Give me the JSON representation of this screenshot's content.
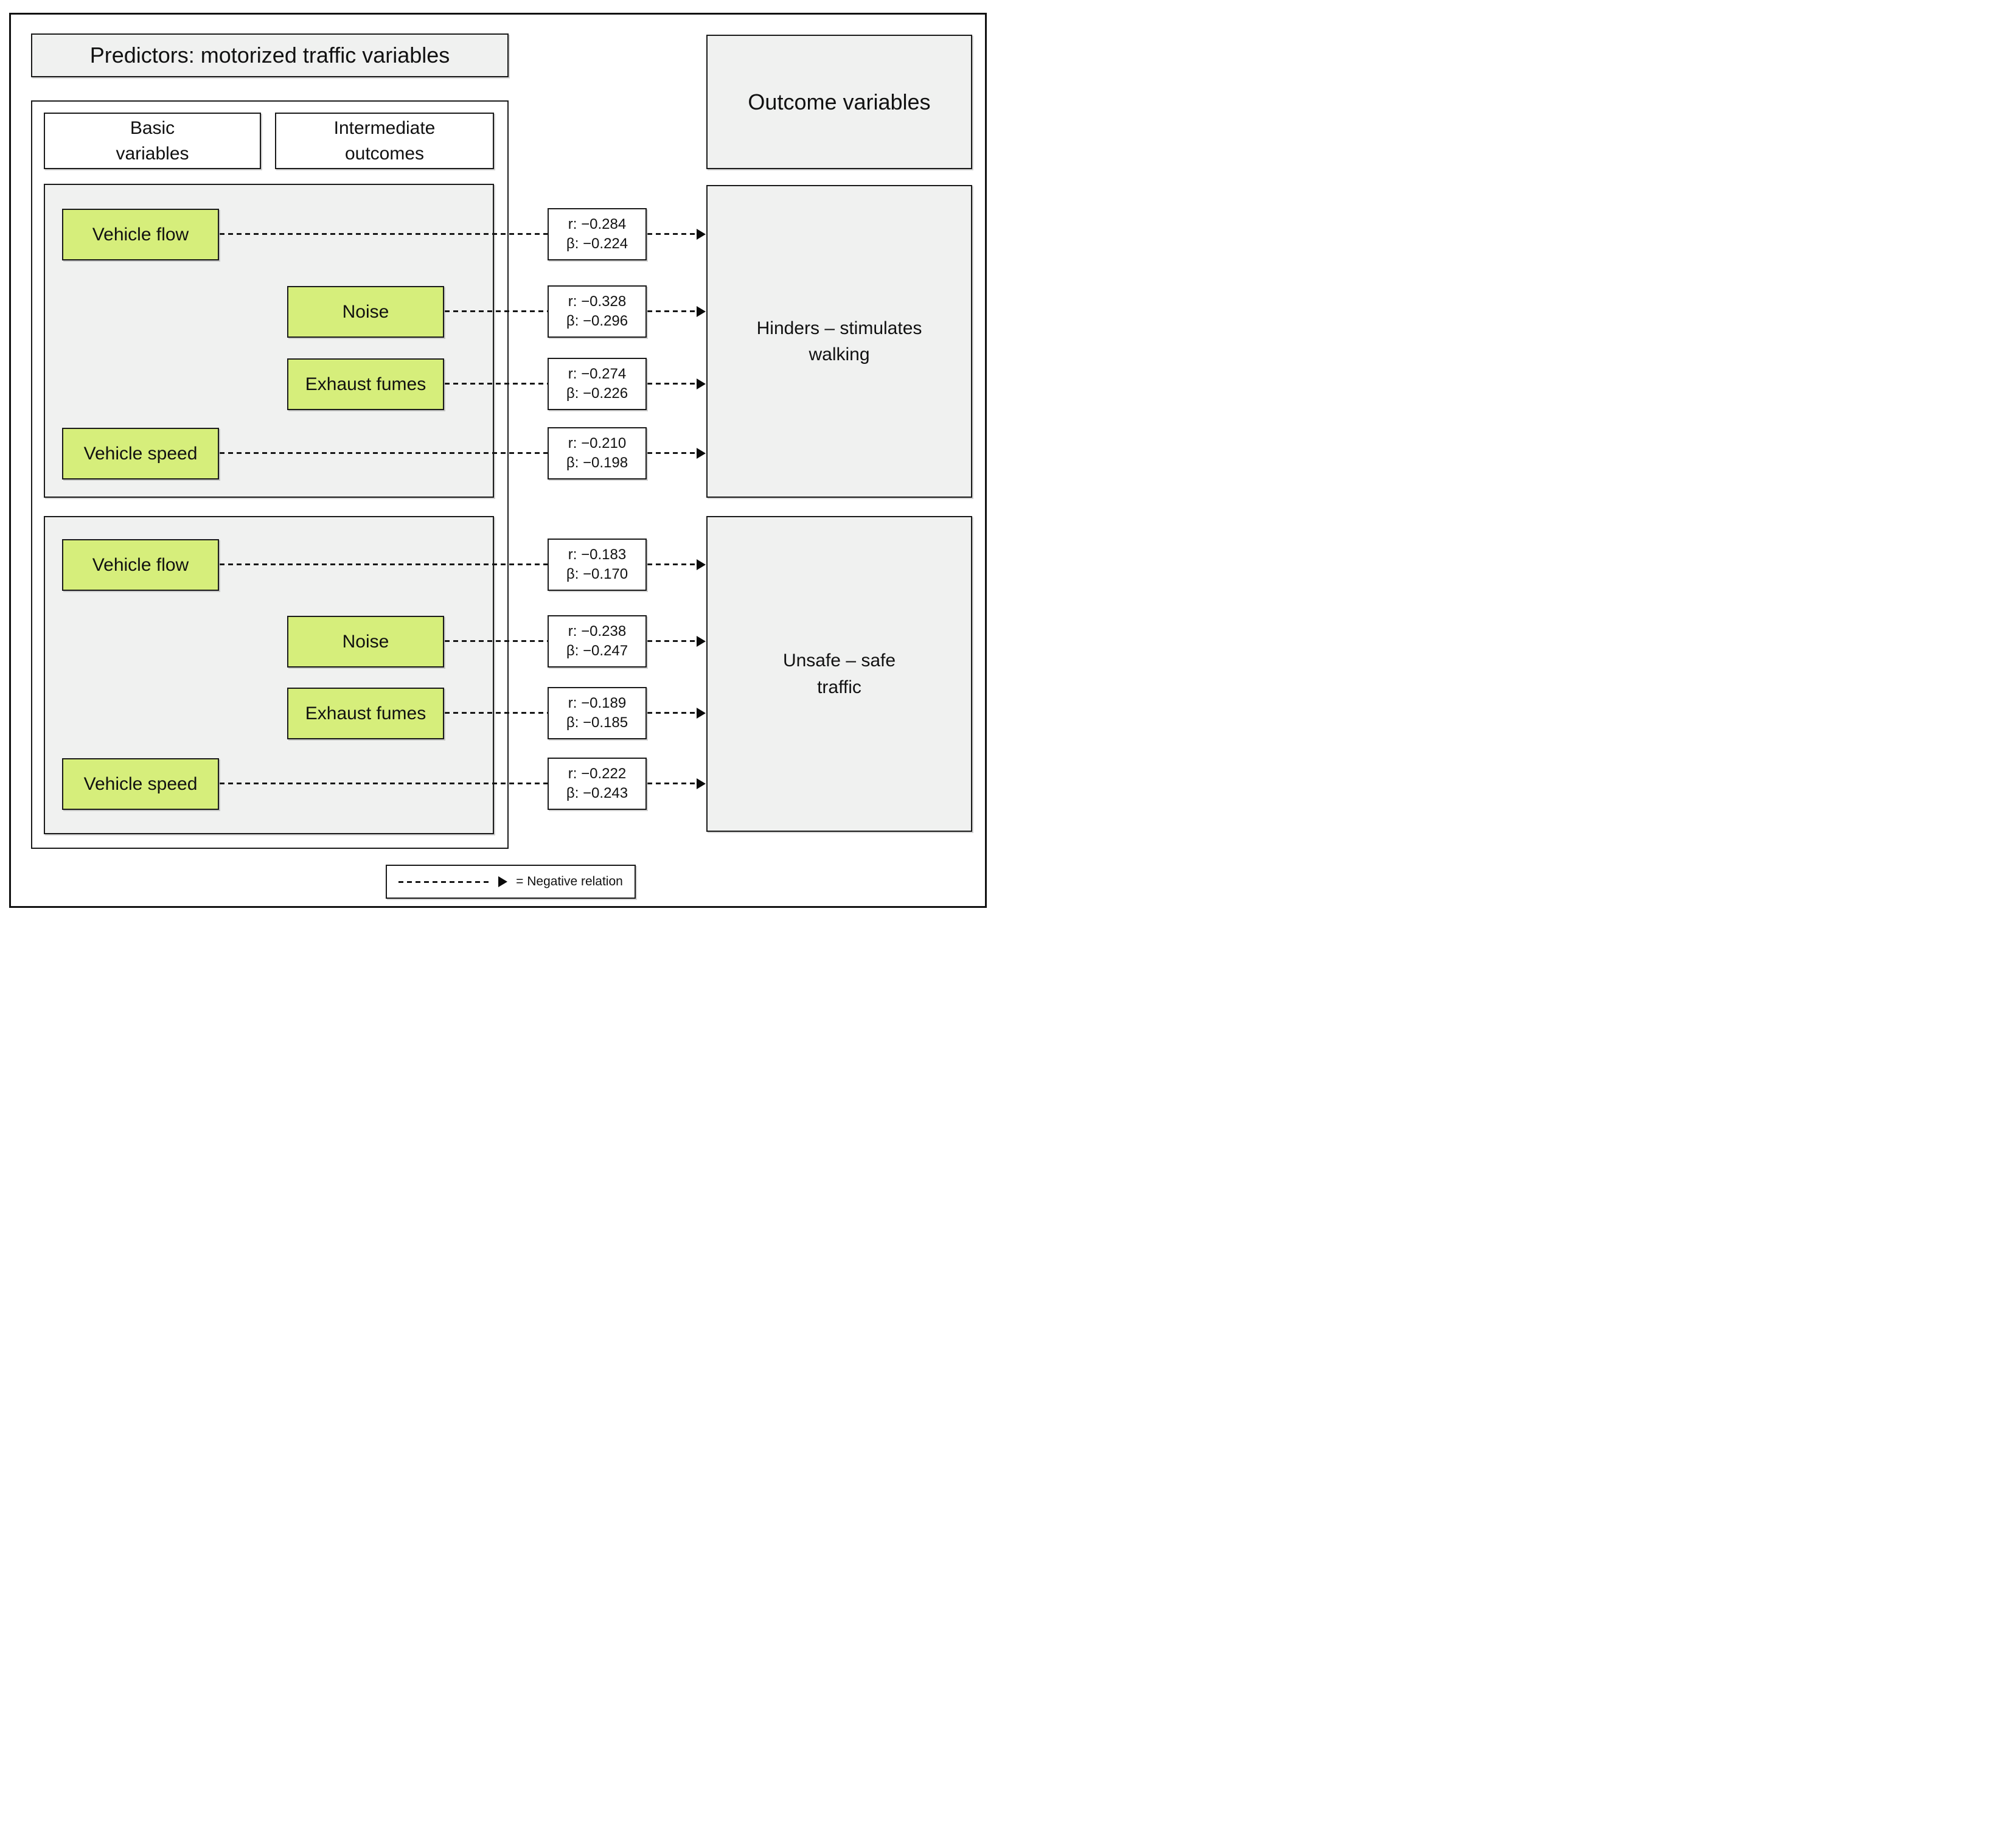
{
  "header": {
    "predictors": "Predictors: motorized traffic variables",
    "outcomes": "Outcome variables"
  },
  "columns": {
    "basic": "Basic\nvariables",
    "intermediate": "Intermediate\noutcomes"
  },
  "groups": [
    {
      "outcome": "Hinders – stimulates\nwalking",
      "rows": [
        {
          "label": "Vehicle flow",
          "type": "basic",
          "r": "r: −0.284",
          "beta": "β: −0.224"
        },
        {
          "label": "Noise",
          "type": "intermediate",
          "r": "r: −0.328",
          "beta": "β: −0.296"
        },
        {
          "label": "Exhaust fumes",
          "type": "intermediate",
          "r": "r: −0.274",
          "beta": "β: −0.226"
        },
        {
          "label": "Vehicle speed",
          "type": "basic",
          "r": "r: −0.210",
          "beta": "β: −0.198"
        }
      ]
    },
    {
      "outcome": "Unsafe – safe\ntraffic",
      "rows": [
        {
          "label": "Vehicle flow",
          "type": "basic",
          "r": "r: −0.183",
          "beta": "β: −0.170"
        },
        {
          "label": "Noise",
          "type": "intermediate",
          "r": "r: −0.238",
          "beta": "β: −0.247"
        },
        {
          "label": "Exhaust fumes",
          "type": "intermediate",
          "r": "r: −0.189",
          "beta": "β: −0.185"
        },
        {
          "label": "Vehicle speed",
          "type": "basic",
          "r": "r: −0.222",
          "beta": "β: −0.243"
        }
      ]
    }
  ],
  "legend": {
    "text": "= Negative relation",
    "relation": "Negative relation"
  },
  "colors": {
    "node_green": "#d6ee7b",
    "panel_gray": "#f0f1f0",
    "line_black": "#161616"
  }
}
